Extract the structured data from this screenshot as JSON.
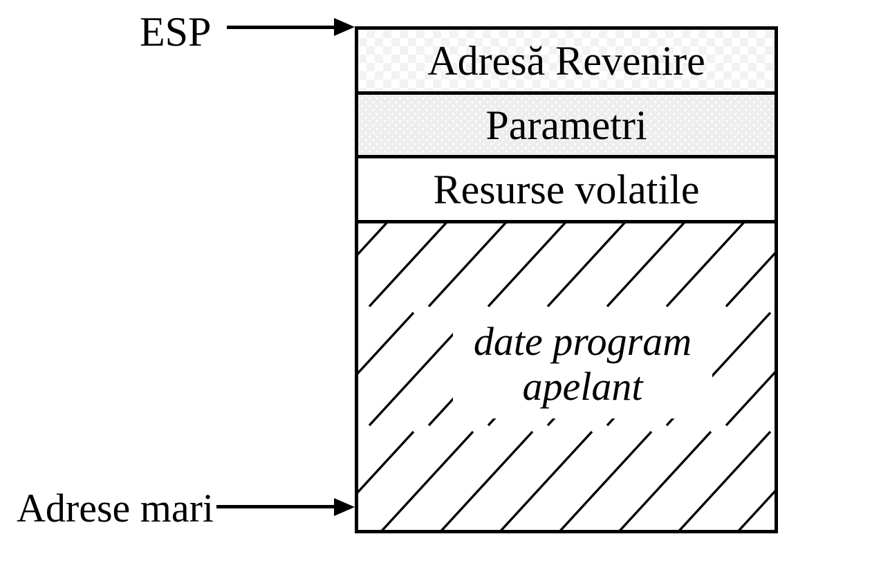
{
  "pointers": {
    "esp": {
      "label": "ESP"
    },
    "adrese_mari": {
      "label": "Adrese mari"
    }
  },
  "stack": {
    "cells": [
      {
        "label": "Adresă Revenire",
        "fill": "checkerboard"
      },
      {
        "label": "Parametri",
        "fill": "dotted"
      },
      {
        "label": "Resurse volatile",
        "fill": "white"
      },
      {
        "label_line1": "date program",
        "label_line2": "apelant",
        "fill": "diagonal-hatch"
      }
    ]
  },
  "colors": {
    "ink": "#000000",
    "checker_square": "#f2f2f2",
    "dots_background": "#ededed",
    "background": "#ffffff"
  }
}
